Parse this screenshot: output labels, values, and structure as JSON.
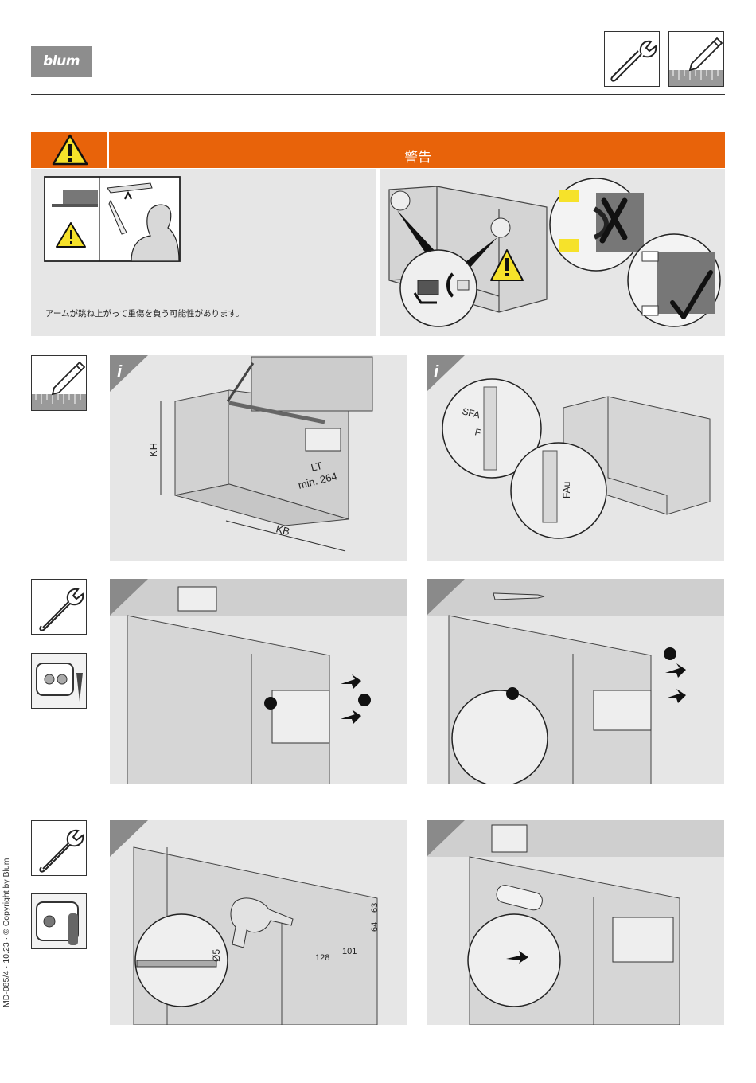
{
  "header": {
    "logo_text": "blum",
    "tool_icons": [
      "wrench-icon",
      "pencil-ruler-icon"
    ]
  },
  "warning": {
    "title": "警告",
    "text": "アームが跳ね上がって重傷を負う可能性があります。"
  },
  "diagram_labels": {
    "kh": "KH",
    "lt": "LT",
    "min_264": "min. 264",
    "kb": "KB",
    "sfa": "SFA",
    "f": "F",
    "fau": "FAu",
    "dim_63": "63",
    "dim_64": "64",
    "dim_128": "128",
    "dim_101": "101",
    "dia_5": "Ø5"
  },
  "footer": {
    "copyright": "MD-085/4 · 10.23 · © Copyright by Blum"
  },
  "colors": {
    "warning_orange": "#e8630a",
    "panel_gray": "#e6e6e6",
    "accent_yellow": "#f6e22a"
  }
}
